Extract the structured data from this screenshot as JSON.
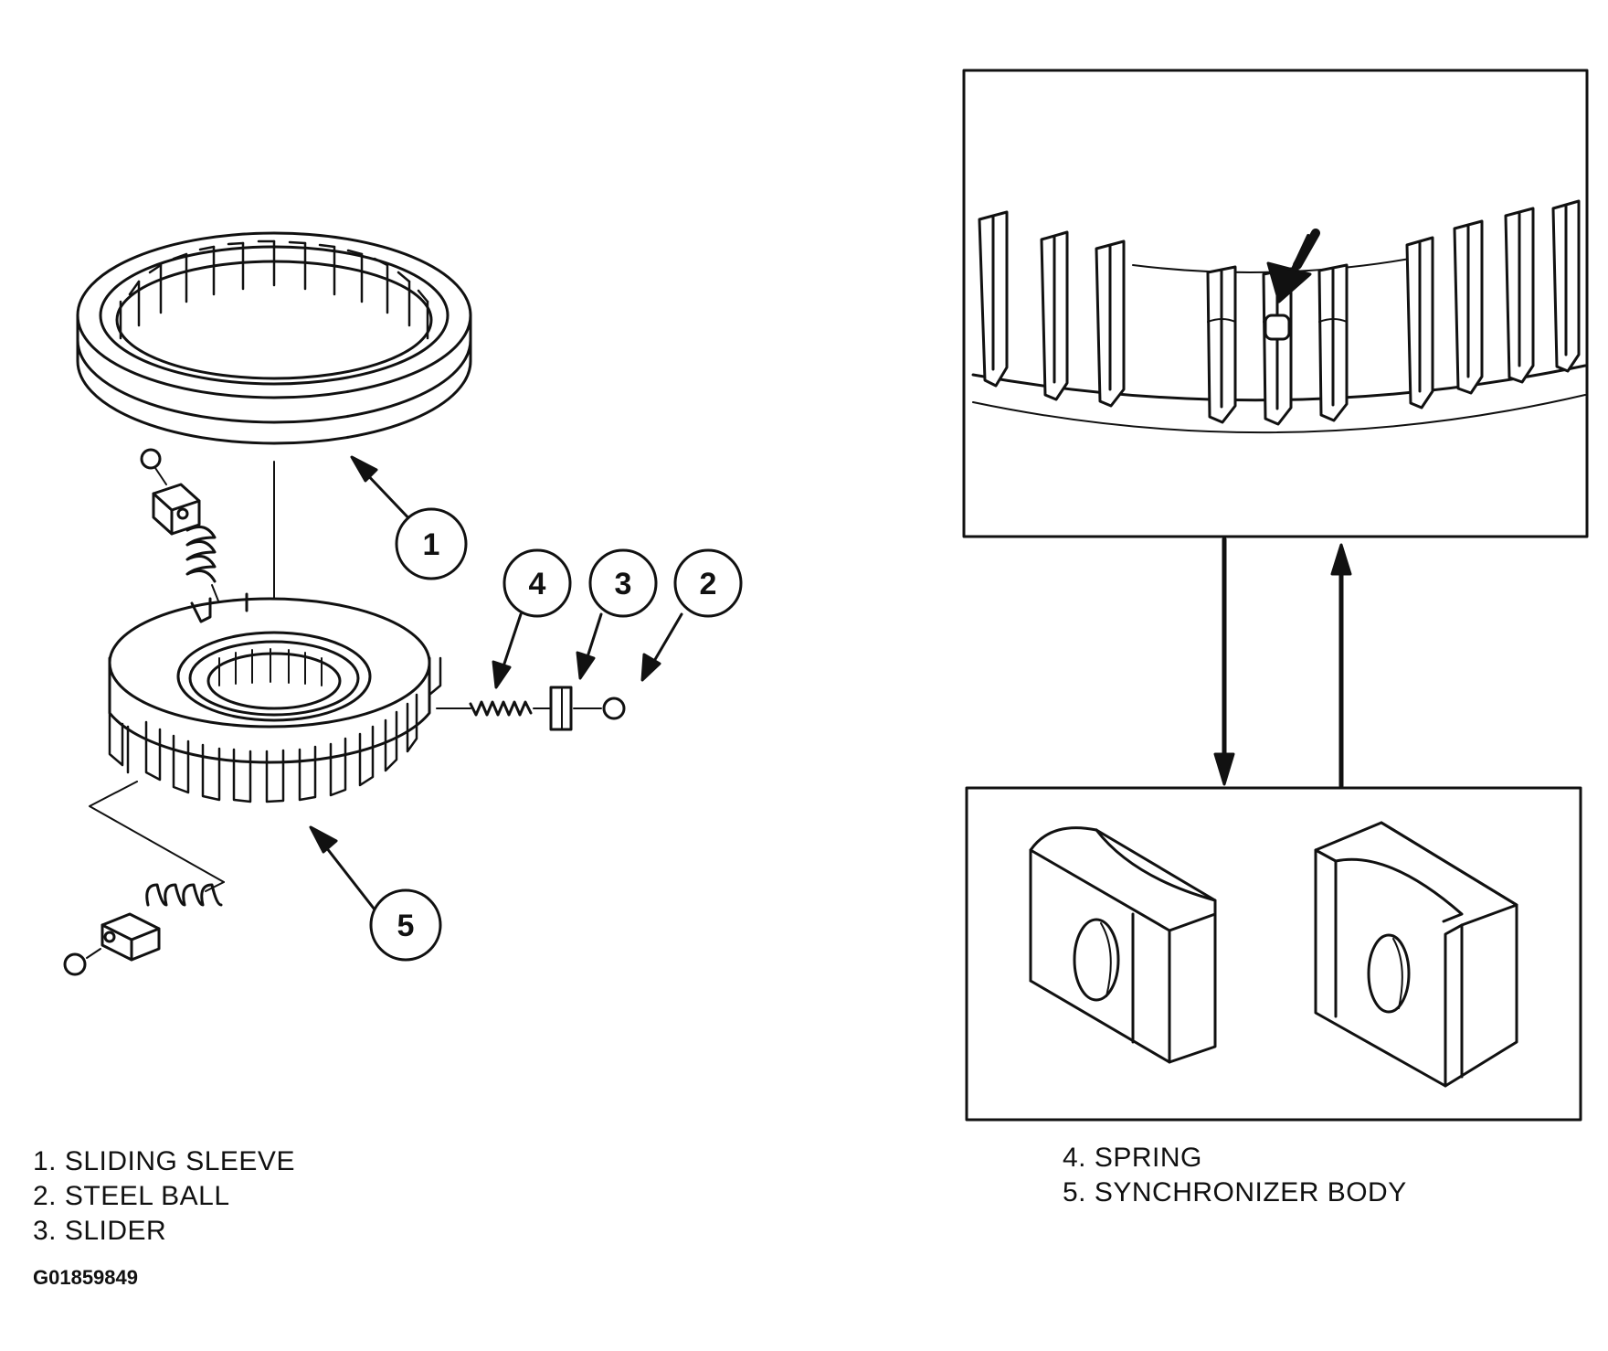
{
  "callouts": [
    "1",
    "2",
    "3",
    "4",
    "5"
  ],
  "legend_left": [
    "1. SLIDING SLEEVE",
    "2. STEEL BALL",
    "3. SLIDER"
  ],
  "legend_right": [
    "4. SPRING",
    "5. SYNCHRONIZER BODY"
  ],
  "figure_id": "G01859849"
}
